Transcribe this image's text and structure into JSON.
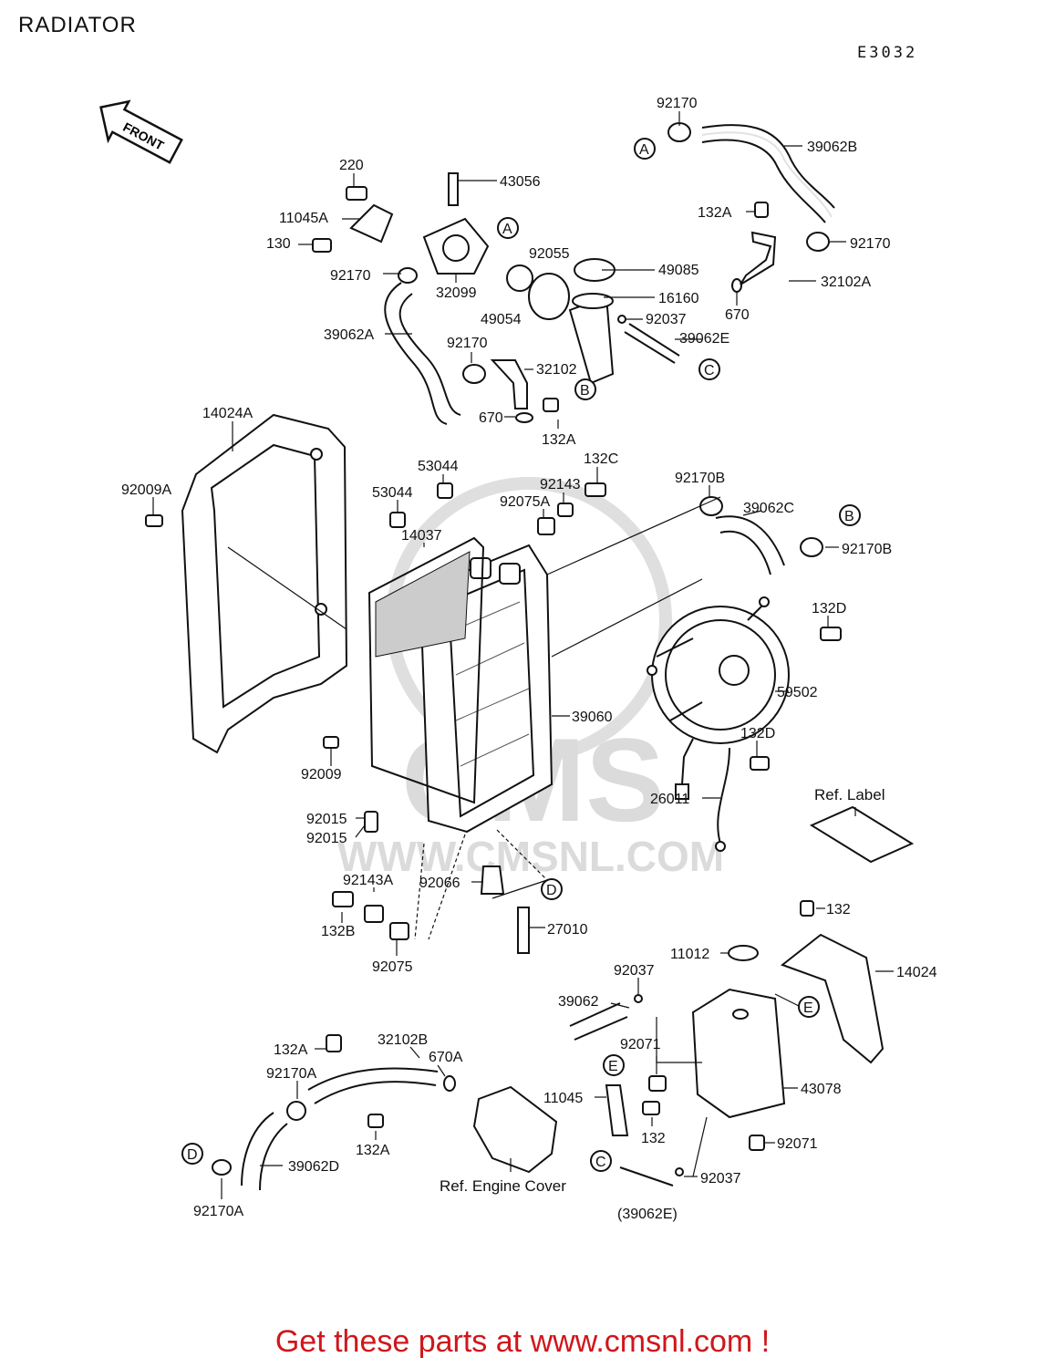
{
  "header": {
    "title": "RADIATOR",
    "diagram_code": "E3032"
  },
  "front_label": "FRONT",
  "watermark": {
    "url": "WWW.CMSNL.COM",
    "brand": "CMS"
  },
  "parts": {
    "p92170_top": "92170",
    "p39062B": "39062B",
    "p92170_r": "92170",
    "p132A_top": "132A",
    "p32102A": "32102A",
    "p670_top": "670",
    "p220": "220",
    "p43056": "43056",
    "p11045A": "11045A",
    "p130": "130",
    "p92170_l": "92170",
    "p32099": "32099",
    "p92055": "92055",
    "p49085": "49085",
    "p49054": "49054",
    "p16160": "16160",
    "p92037_top": "92037",
    "p39062E": "39062E",
    "p39062A": "39062A",
    "p92170_m": "92170",
    "p32102": "32102",
    "p670_mid": "670",
    "p132A_mid": "132A",
    "p14024A": "14024A",
    "p53044_a": "53044",
    "p53044_b": "53044",
    "p132C": "132C",
    "p92143": "92143",
    "p92075A": "92075A",
    "p92170B_top": "92170B",
    "p39062C": "39062C",
    "p92170B_r": "92170B",
    "p92009A": "92009A",
    "p14037": "14037",
    "p132D_top": "132D",
    "p59502": "59502",
    "p39060": "39060",
    "p132D_bot": "132D",
    "p92009": "92009",
    "p26011": "26011",
    "p92015_a": "92015",
    "p92015_b": "92015",
    "p92143A": "92143A",
    "p92066": "92066",
    "p132B": "132B",
    "p27010": "27010",
    "p92075": "92075",
    "p132_top": "132",
    "p11012": "11012",
    "p92037_mid": "92037",
    "p14024": "14024",
    "p39062": "39062",
    "p132A_bl": "132A",
    "p32102B": "32102B",
    "p670A": "670A",
    "p92071_a": "92071",
    "p92170A_l": "92170A",
    "p11045": "11045",
    "p43078": "43078",
    "p132_bot": "132",
    "p132A_bot": "132A",
    "p92071_b": "92071",
    "p39062D": "39062D",
    "p92037_bot": "92037",
    "p92170A_b": "92170A",
    "p39062E_ref": "(39062E)"
  },
  "refs": {
    "ref_label": "Ref. Label",
    "ref_engine_cover": "Ref. Engine Cover"
  },
  "markers": {
    "A1": "A",
    "A2": "A",
    "B1": "B",
    "B2": "B",
    "C1": "C",
    "C2": "C",
    "D1": "D",
    "D2": "D",
    "E1": "E",
    "E2": "E"
  },
  "footer": {
    "text": "Get these parts at www.cmsnl.com !"
  }
}
